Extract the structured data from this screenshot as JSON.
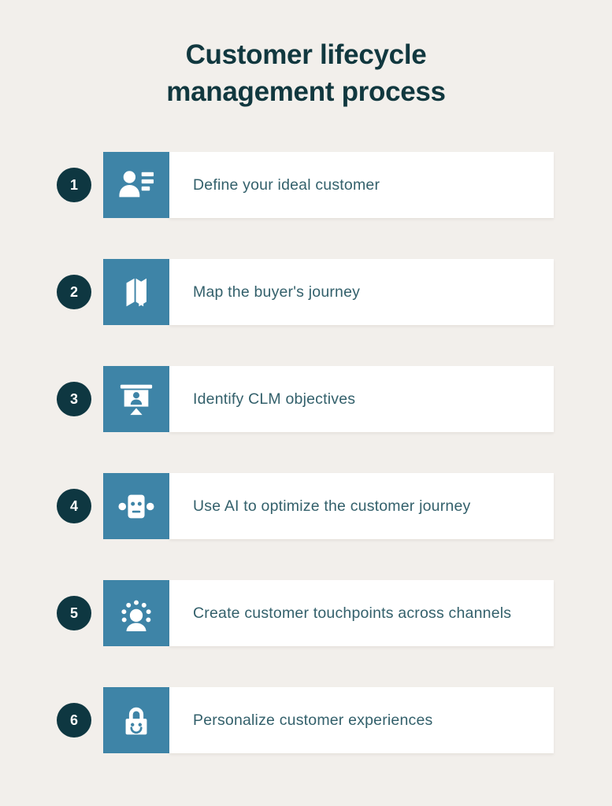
{
  "title": {
    "line1": "Customer lifecycle",
    "line2": "management process"
  },
  "colors": {
    "background": "#f2efeb",
    "card": "#ffffff",
    "accent_teal": "#3e84a7",
    "dark_teal_badge": "#0e3741",
    "title_text": "#11383f",
    "step_text": "#33606b"
  },
  "steps": [
    {
      "number": "1",
      "label": "Define your ideal customer",
      "icon": "customer-profile-icon"
    },
    {
      "number": "2",
      "label": "Map the buyer's journey",
      "icon": "map-icon"
    },
    {
      "number": "3",
      "label": "Identify CLM objectives",
      "icon": "presentation-icon"
    },
    {
      "number": "4",
      "label": "Use AI to optimize the customer journey",
      "icon": "robot-icon"
    },
    {
      "number": "5",
      "label": "Create customer touchpoints across channels",
      "icon": "people-network-icon"
    },
    {
      "number": "6",
      "label": "Personalize customer experiences",
      "icon": "smiling-lock-icon"
    }
  ]
}
